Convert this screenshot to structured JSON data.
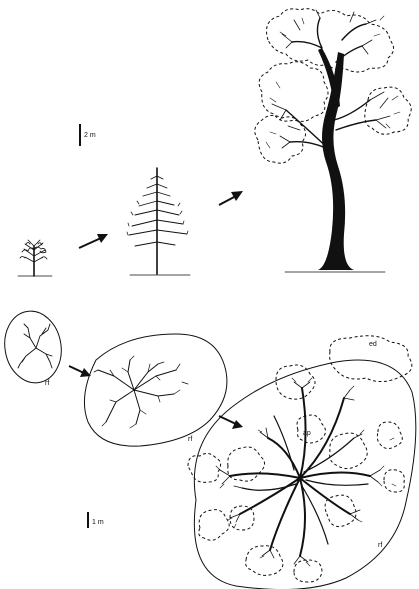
{
  "scale_bars": {
    "top": "2 m",
    "bottom": "1 m"
  },
  "labels": {
    "rf_small": "rf",
    "rf_medium": "rf",
    "rf_large": "rf",
    "ed": "ed",
    "ap": "ap"
  }
}
